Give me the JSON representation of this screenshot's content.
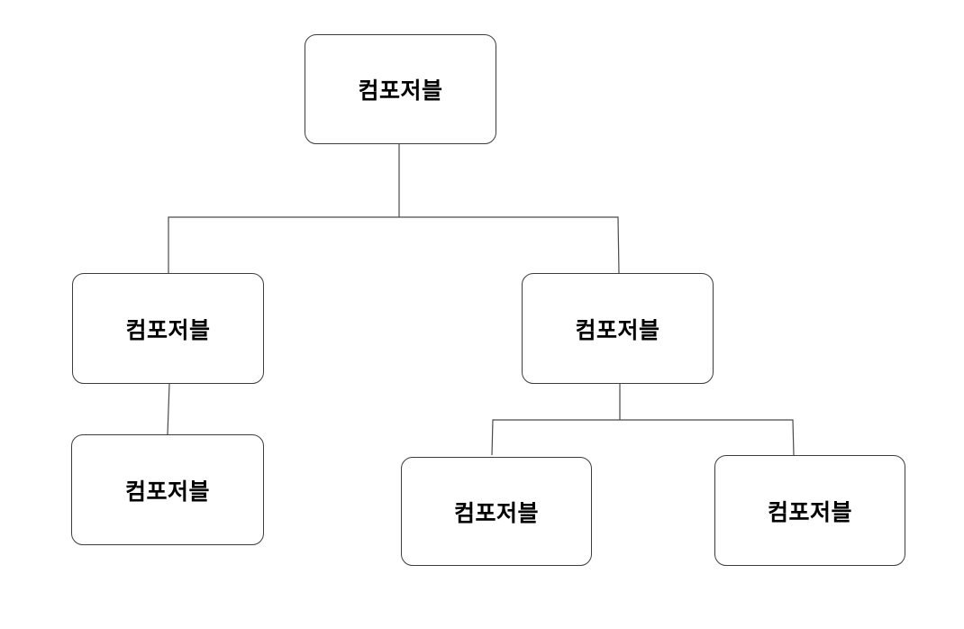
{
  "theme": {
    "bg": "#ffffff",
    "line": "#4a4a4a",
    "node-border": "#3d3d3d",
    "node-bg": "#ffffff",
    "text": "#000000"
  },
  "diagram": {
    "type": "tree",
    "nodes": [
      {
        "id": "root",
        "label": "컴포저블"
      },
      {
        "id": "child-left",
        "label": "컴포저블"
      },
      {
        "id": "child-right",
        "label": "컴포저블"
      },
      {
        "id": "grandchild-left",
        "label": "컴포저블"
      },
      {
        "id": "grandchild-right-1",
        "label": "컴포저블"
      },
      {
        "id": "grandchild-right-2",
        "label": "컴포저블"
      }
    ]
  }
}
